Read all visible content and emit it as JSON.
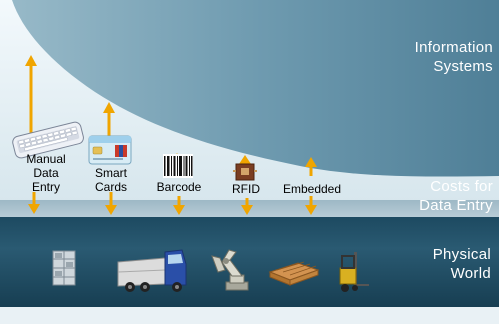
{
  "zones": {
    "information_systems": "Information\nSystems",
    "costs": "Costs for\nData Entry",
    "physical_world": "Physical\nWorld"
  },
  "technologies": [
    {
      "label": "Manual\nData\nEntry",
      "icon": "keyboard-icon"
    },
    {
      "label": "Smart\nCards",
      "icon": "smart-card-icon"
    },
    {
      "label": "Barcode",
      "icon": "barcode-icon"
    },
    {
      "label": "RFID",
      "icon": "rfid-chip-icon"
    },
    {
      "label": "Embedded",
      "icon": "embedded-icon"
    }
  ],
  "physical_objects": [
    "shelf-icon",
    "truck-icon",
    "robot-arm-icon",
    "pallet-icon",
    "forklift-icon"
  ],
  "colors": {
    "sky_top": "#eef6fa",
    "sky_bottom": "#b9d2dd",
    "info_area": "#5e8da3",
    "physical_area": "#24526a",
    "arrow": "#f0a500",
    "text_light": "#ffffff"
  }
}
